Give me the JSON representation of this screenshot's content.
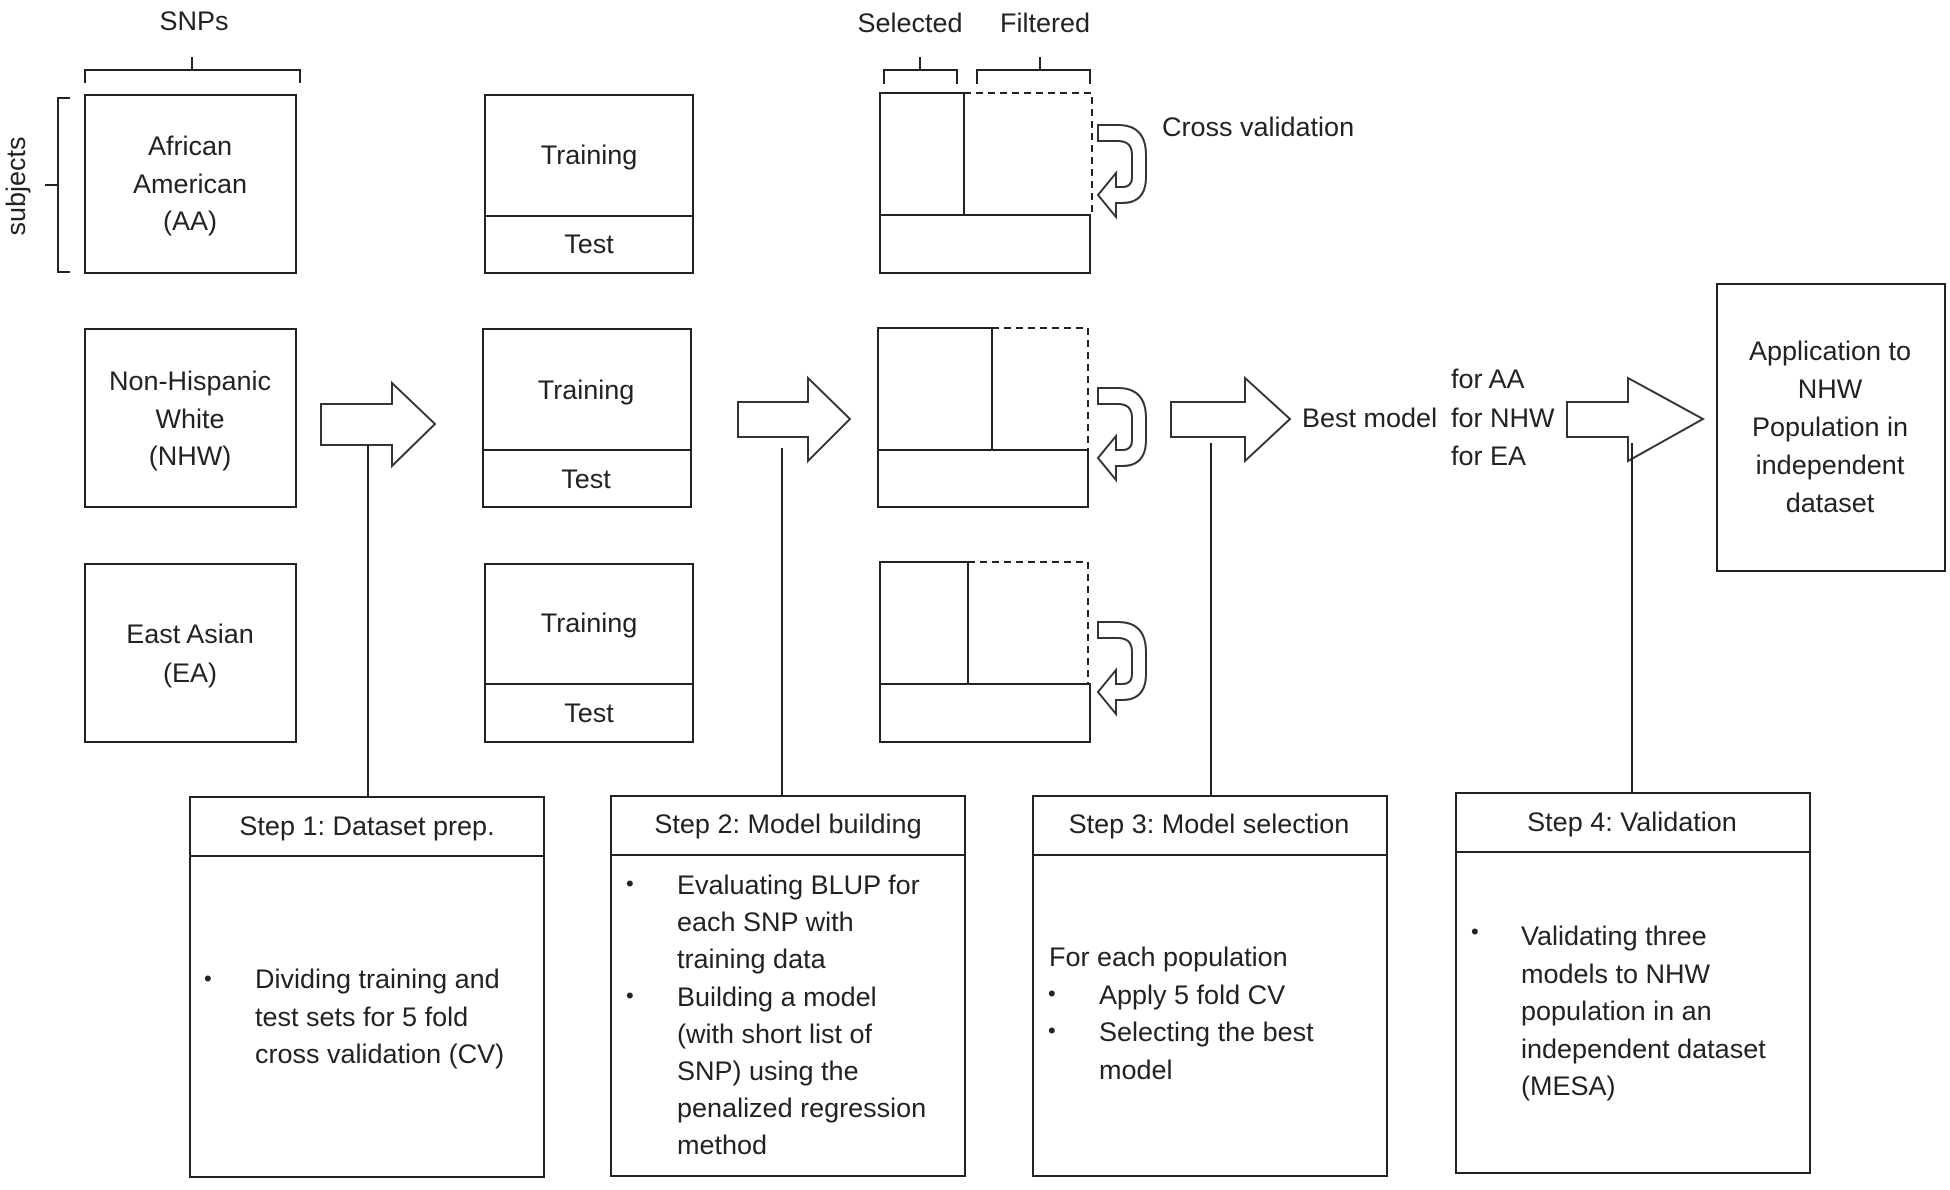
{
  "header_labels": {
    "snps": "SNPs",
    "subjects": "subjects",
    "selected": "Selected",
    "filtered": "Filtered",
    "cross_validation": "Cross validation"
  },
  "populations": [
    {
      "lines": [
        "African",
        "American",
        "(AA)"
      ]
    },
    {
      "lines": [
        "Non-Hispanic",
        "White",
        "(NHW)"
      ]
    },
    {
      "lines": [
        "East Asian",
        "(EA)"
      ]
    }
  ],
  "splits": {
    "training": "Training",
    "test": "Test"
  },
  "best_model": {
    "label": "Best model",
    "options": [
      "for AA",
      "for NHW",
      "for EA"
    ]
  },
  "application": {
    "lines": [
      "Application to",
      "NHW",
      "Population in",
      "independent",
      "dataset"
    ]
  },
  "steps": [
    {
      "title": "Step 1: Dataset prep.",
      "intro": "",
      "bullets": [
        [
          "Dividing training and",
          "test sets for 5 fold",
          "cross validation (CV)"
        ]
      ]
    },
    {
      "title": "Step 2: Model building",
      "intro": "",
      "bullets": [
        [
          "Evaluating BLUP for",
          "each SNP with",
          "training data"
        ],
        [
          "Building a model",
          "(with short list of",
          "SNP) using the",
          "penalized regression",
          "method"
        ]
      ]
    },
    {
      "title": "Step 3: Model selection",
      "intro": "For each population",
      "bullets": [
        [
          "Apply 5 fold CV"
        ],
        [
          "Selecting the best",
          "model"
        ]
      ]
    },
    {
      "title": "Step 4: Validation",
      "intro": "",
      "bullets": [
        [
          "Validating three",
          "models to NHW",
          "population in an",
          "independent dataset",
          "(MESA)"
        ]
      ]
    }
  ]
}
